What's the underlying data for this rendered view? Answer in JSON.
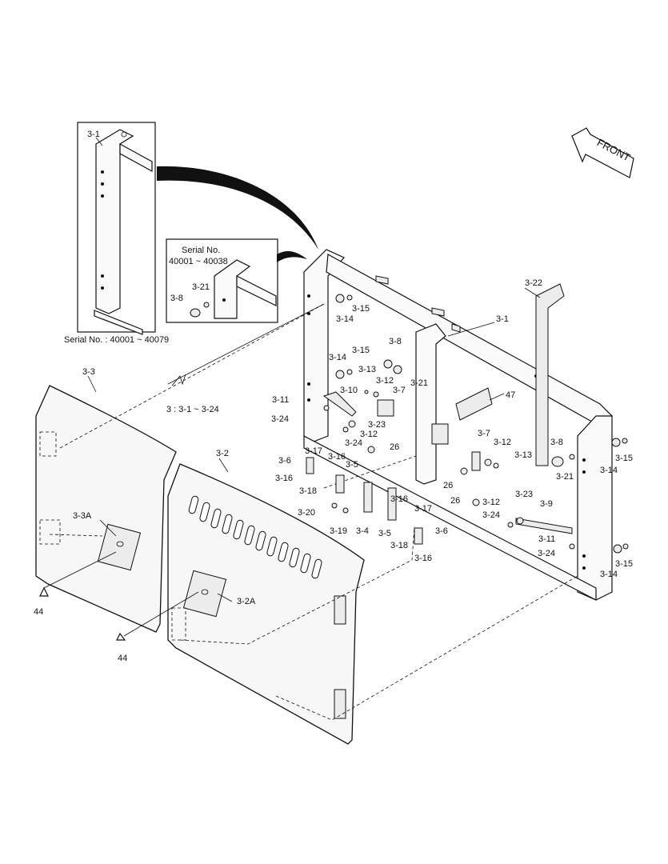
{
  "front_label": "FRONT",
  "inset_serial_range": "Serial No. : 40001 ~ 40079",
  "inset2_serial_title": "Serial No.",
  "inset2_serial_range": "40001 ~ 40038",
  "group_note": "3 : 3-1 ~ 3-24",
  "callouts": [
    "3-1",
    "3-1",
    "3-2",
    "3-2A",
    "3-3",
    "3-3A",
    "3-4",
    "3-5",
    "3-5",
    "3-6",
    "3-6",
    "3-7",
    "3-7",
    "3-8",
    "3-8",
    "3-8",
    "3-9",
    "3-10",
    "3-11",
    "3-11",
    "3-12",
    "3-12",
    "3-12",
    "3-12",
    "3-13",
    "3-13",
    "3-14",
    "3-14",
    "3-14",
    "3-14",
    "3-15",
    "3-15",
    "3-15",
    "3-15",
    "3-16",
    "3-16",
    "3-16",
    "3-16",
    "3-17",
    "3-17",
    "3-18",
    "3-18",
    "3-19",
    "3-20",
    "3-21",
    "3-21",
    "3-21",
    "3-22",
    "3-23",
    "3-23",
    "3-24",
    "3-24",
    "3-24",
    "3-24",
    "26",
    "26",
    "26",
    "44",
    "44",
    "47"
  ]
}
